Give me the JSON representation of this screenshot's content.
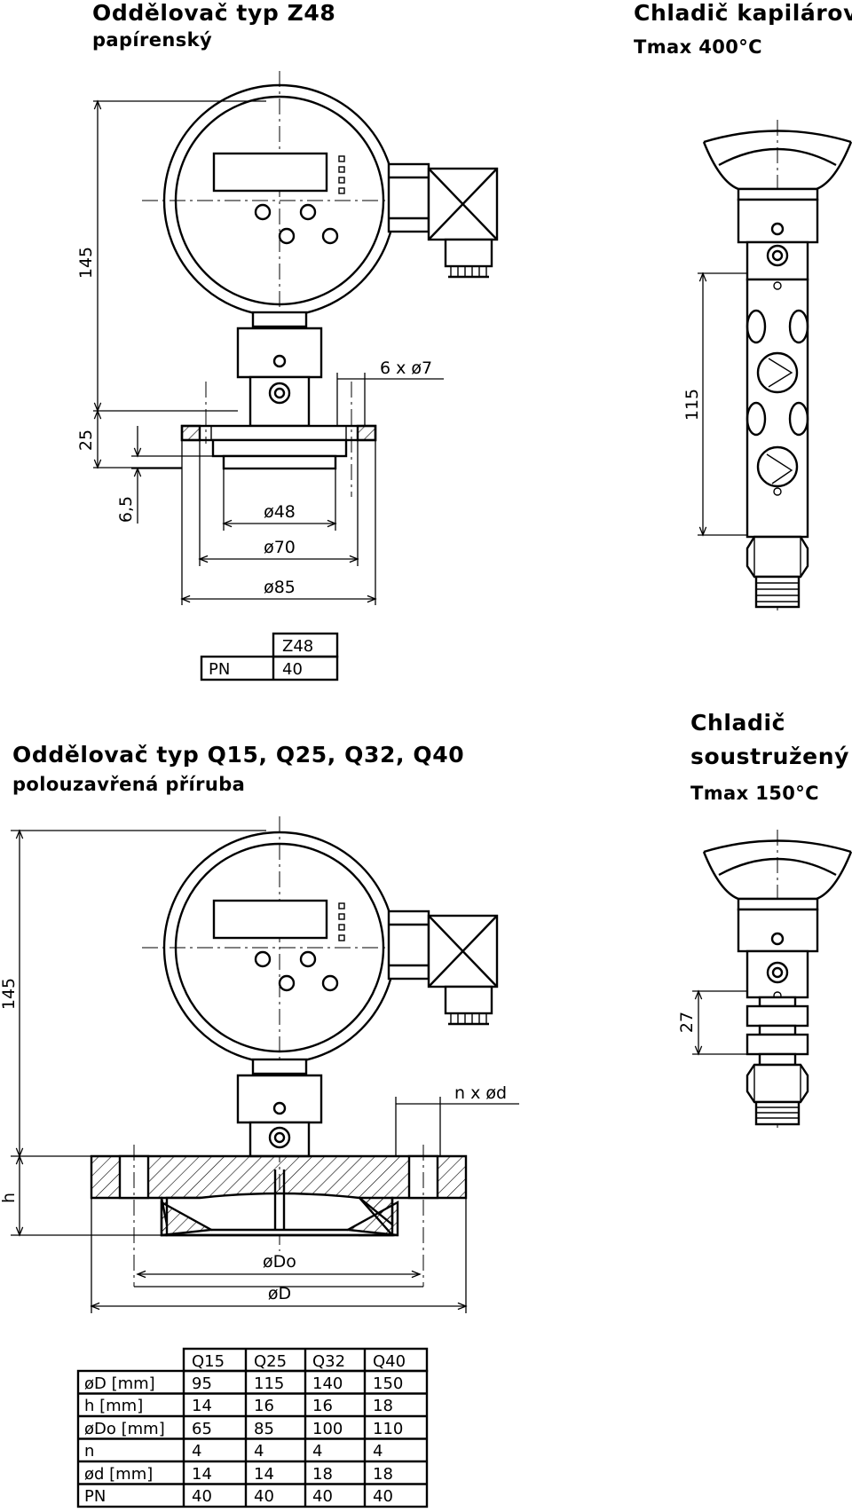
{
  "section1": {
    "title": "Oddělovač typ Z48",
    "subtitle": "papírenský",
    "cooler_title": "Chladič kapilárový",
    "cooler_tmax": "Tmax 400°C",
    "dims": {
      "height": "145",
      "flange": "25",
      "recess": "6,5",
      "holes": "6 x ø7",
      "d1": "ø48",
      "d2": "ø70",
      "d3": "ø85",
      "cooler_len": "115"
    },
    "table": {
      "header": [
        "",
        "Z48"
      ],
      "rows": [
        [
          "PN",
          "40"
        ]
      ]
    }
  },
  "section2": {
    "title": "Oddělovač typ Q15, Q25, Q32, Q40",
    "subtitle": "polouzavřená příruba",
    "cooler_title_1": "Chladič",
    "cooler_title_2": "soustružený",
    "cooler_tmax": "Tmax 150°C",
    "dims": {
      "height": "145",
      "flange": "h",
      "holes": "n x ød",
      "d_inner": "øDo",
      "d_outer": "øD",
      "cooler_len": "27"
    },
    "table": {
      "header": [
        "",
        "Q15",
        "Q25",
        "Q32",
        "Q40"
      ],
      "rows": [
        [
          "øD [mm]",
          "95",
          "115",
          "140",
          "150"
        ],
        [
          "h [mm]",
          "14",
          "16",
          "16",
          "18"
        ],
        [
          "øDo [mm]",
          "65",
          "85",
          "100",
          "110"
        ],
        [
          "n",
          "4",
          "4",
          "4",
          "4"
        ],
        [
          "ød [mm]",
          "14",
          "14",
          "18",
          "18"
        ],
        [
          "PN",
          "40",
          "40",
          "40",
          "40"
        ]
      ]
    }
  }
}
